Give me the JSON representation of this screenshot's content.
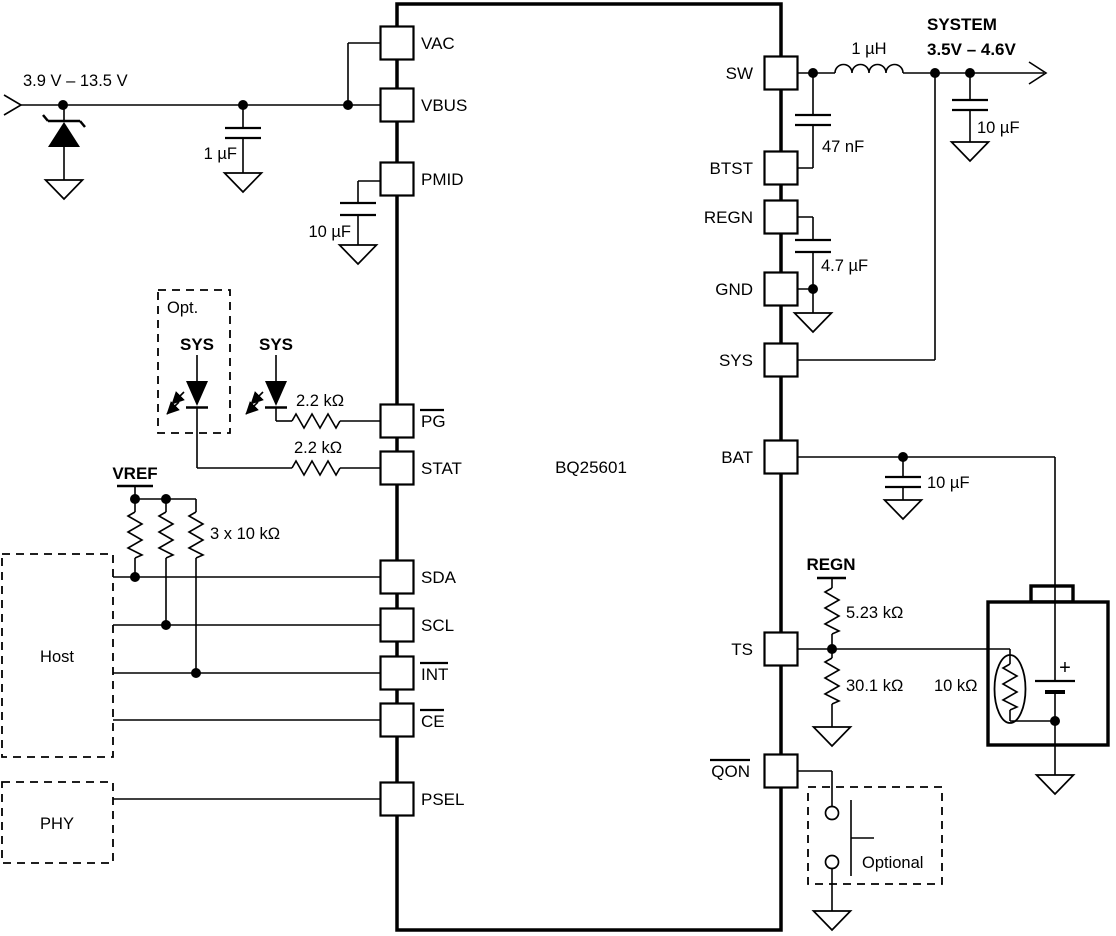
{
  "ic": {
    "part_number": "BQ25601"
  },
  "pins": {
    "left": [
      {
        "name": "VAC"
      },
      {
        "name": "VBUS"
      },
      {
        "name": "PMID"
      },
      {
        "name": "PG",
        "overline": true
      },
      {
        "name": "STAT"
      },
      {
        "name": "SDA"
      },
      {
        "name": "SCL"
      },
      {
        "name": "INT",
        "overline": true
      },
      {
        "name": "CE",
        "overline": true
      },
      {
        "name": "PSEL"
      }
    ],
    "right": [
      {
        "name": "SW"
      },
      {
        "name": "BTST"
      },
      {
        "name": "REGN"
      },
      {
        "name": "GND"
      },
      {
        "name": "SYS"
      },
      {
        "name": "BAT"
      },
      {
        "name": "TS"
      },
      {
        "name": "QON",
        "overline": true
      }
    ]
  },
  "labels": {
    "input_range": "3.9 V – 13.5 V",
    "cap_vbus": "1 µF",
    "cap_pmid": "10 µF",
    "opt_box": "Opt.",
    "sys_led1": "SYS",
    "sys_led2": "SYS",
    "r_pg": "2.2 kΩ",
    "r_stat": "2.2 kΩ",
    "vref_rail": "VREF",
    "r_pullups": "3 x 10 kΩ",
    "host_box": "Host",
    "phy_box": "PHY",
    "inductor": "1 µH",
    "system_line1": "SYSTEM",
    "system_line2": "3.5V – 4.6V",
    "cap_sys": "10 µF",
    "cap_btst": "47 nF",
    "cap_regn": "4.7 µF",
    "cap_bat": "10 µF",
    "regn_rail": "REGN",
    "r_ts_top": "5.23 kΩ",
    "r_ts_bottom": "30.1 kΩ",
    "r_ntc": "10 kΩ",
    "battery_plus": "+",
    "optional_box": "Optional"
  }
}
